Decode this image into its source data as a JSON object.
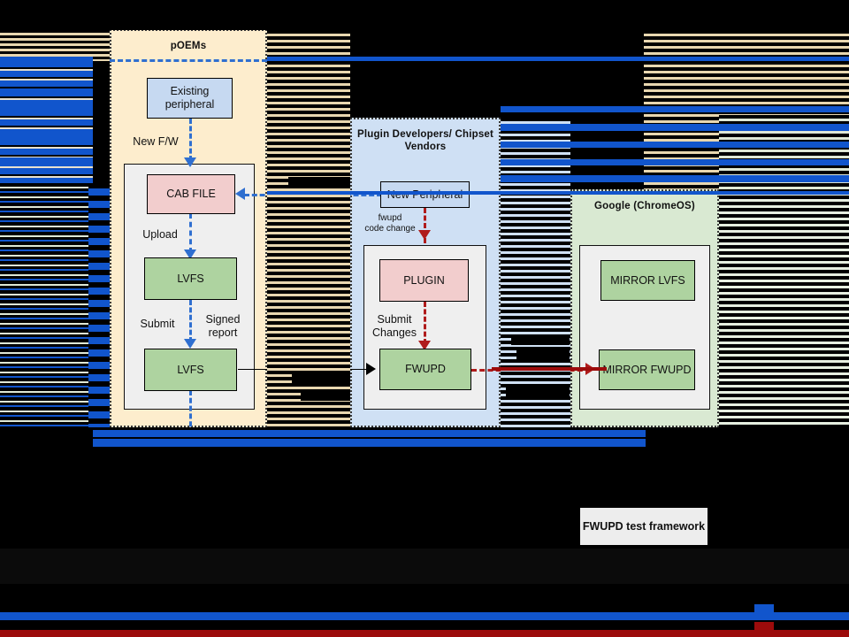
{
  "diagram": {
    "title_visible": false,
    "groups": [
      {
        "id": "poems",
        "label": "pOEMs",
        "color": "#fdedcd"
      },
      {
        "id": "plugin",
        "label": "Plugin Developers/\nChipset Vendors",
        "color": "#cfe0f4"
      },
      {
        "id": "google",
        "label": "Google\n(ChromeOS)",
        "color": "#d9e9d2"
      }
    ],
    "nodes": [
      {
        "id": "existing-peripheral",
        "label": "Existing\nperipheral",
        "color": "#c6d9f1",
        "group": "poems"
      },
      {
        "id": "cab-file",
        "label": "CAB FILE",
        "color": "#f2cdcd",
        "group": "poems"
      },
      {
        "id": "lvfs-upload",
        "label": "LVFS",
        "color": "#aed3a0",
        "group": "poems"
      },
      {
        "id": "lvfs-submit",
        "label": "LVFS",
        "color": "#aed3a0",
        "group": "poems"
      },
      {
        "id": "new-peripheral",
        "label": "New Peripheral",
        "color": "#c6d9f1",
        "group": "plugin"
      },
      {
        "id": "plugin",
        "label": "PLUGIN",
        "color": "#f2cdcd",
        "group": "plugin"
      },
      {
        "id": "fwupd",
        "label": "FWUPD",
        "color": "#aed3a0",
        "group": "plugin"
      },
      {
        "id": "mirror-lvfs",
        "label": "MIRROR LVFS",
        "color": "#aed3a0",
        "group": "google"
      },
      {
        "id": "mirror-fwupd",
        "label": "MIRROR FWUPD",
        "color": "#aed3a0",
        "group": "google"
      }
    ],
    "edge_labels": [
      {
        "id": "new-fw",
        "text": "New F/W"
      },
      {
        "id": "upload",
        "text": "Upload"
      },
      {
        "id": "submit",
        "text": "Submit"
      },
      {
        "id": "signed-report",
        "text": "Signed\nreport"
      },
      {
        "id": "fwupd-code-change",
        "text": "fwupd\ncode change"
      },
      {
        "id": "submit-changes",
        "text": "Submit\nChanges"
      }
    ],
    "legend": {
      "box_label": "FWUPD test framework",
      "line_colors": {
        "blue": "#1155cc",
        "red": "#9c0b0b"
      }
    },
    "colors": {
      "blue_dash": "#2f6fd0",
      "red_dash": "#b01c1c",
      "glitch_blue": "#1155cc",
      "glitch_black": "#000000",
      "panel_gray": "#efefef"
    }
  }
}
